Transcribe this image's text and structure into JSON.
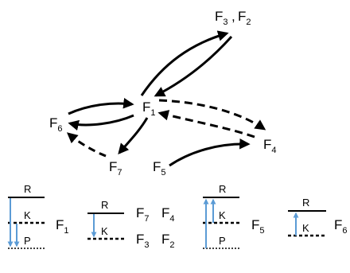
{
  "factors": {
    "f1": {
      "letter": "F",
      "sub": "1"
    },
    "f2": {
      "letter": "F",
      "sub": "2"
    },
    "f3": {
      "letter": "F",
      "sub": "3"
    },
    "f4": {
      "letter": "F",
      "sub": "4"
    },
    "f5": {
      "letter": "F",
      "sub": "5"
    },
    "f6": {
      "letter": "F",
      "sub": "6"
    },
    "f7": {
      "letter": "F",
      "sub": "7"
    },
    "separator": ","
  },
  "levels": {
    "r": "R",
    "k": "K",
    "p": "P"
  },
  "legend_rows": {
    "panel2_top": [
      "F7",
      "F4"
    ],
    "panel2_bottom": [
      "F3",
      "F2"
    ]
  },
  "colors": {
    "arrow": "#000000",
    "level_arrow": "#5b9bd5"
  }
}
